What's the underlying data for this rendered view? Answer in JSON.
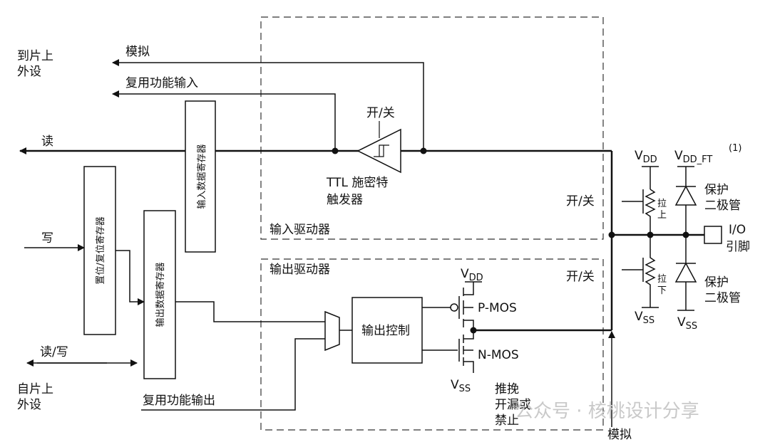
{
  "labels": {
    "to_chip_peripheral": [
      "到片上",
      "外设"
    ],
    "from_chip_peripheral": [
      "自片上",
      "外设"
    ],
    "analog_in": "模拟",
    "alt_input": "复用功能输入",
    "read": "读",
    "write": "写",
    "read_write": "读/写",
    "alt_output": "复用功能输出",
    "input_data_reg": "输入数据寄存器",
    "bsrr_reg": "置位/复位寄存器",
    "output_data_reg": "输出数据寄存器",
    "switch_top": "开/关",
    "ttl_schmitt": [
      "TTL 施密特",
      "触发器"
    ],
    "input_driver": "输入驱动器",
    "output_driver": "输出驱动器",
    "output_control": "输出控制",
    "vdd": "V",
    "vdd_sub": "DD",
    "vss": "V",
    "vss_sub": "SS",
    "pmos": "P-MOS",
    "nmos": "N-MOS",
    "push_pull": [
      "推挽",
      "开漏或",
      "禁止"
    ],
    "analog_out": "模拟",
    "switch_pull": "开/关",
    "switch_out": "开/关",
    "pull_up": [
      "拉",
      "上"
    ],
    "pull_down": [
      "拉",
      "下"
    ],
    "vdd_ft_sub": "DD_FT",
    "vdd_ft_note": "(1)",
    "protect_diode": [
      "保护",
      "二极管"
    ],
    "io_pin": [
      "I/O",
      "引脚"
    ],
    "watermark": "公众号 · 核桃设计分享"
  }
}
